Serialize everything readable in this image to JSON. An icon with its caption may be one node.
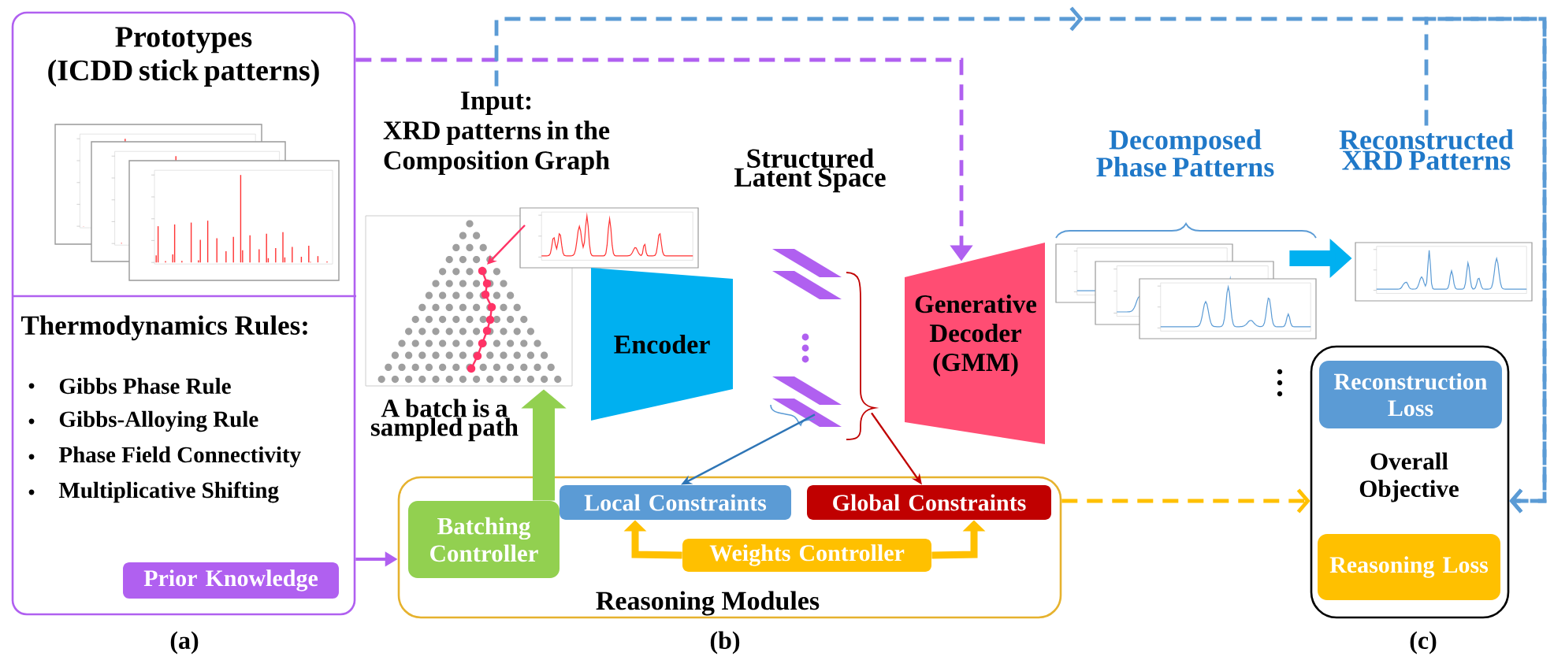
{
  "diagram": {
    "nodes": [
      {
        "text": [],
        "shape": "box"
      },
      {
        "text": [
          "Prototypes (ICDD stick patterns)"
        ],
        "in": 0
      },
      {
        "text": [
          "Thermodynamics Rules:",
          "Gibbs Phase Rule",
          "Gibbs-Alloying Rule",
          "Phase Field Connectivity",
          "Multiplicative Shifting"
        ],
        "in": 0
      },
      {
        "text": [
          "Prior Knowledge"
        ],
        "in": 0
      },
      {
        "text": [
          "Input: XRD patterns in the Composition Graph"
        ],
        "beside": [
          "A batch is a sampled path"
        ]
      },
      {
        "text": [
          "Encoder"
        ]
      },
      {
        "text": [
          "Structured Latent Space"
        ]
      },
      {
        "text": [
          "Generative Decoder (GMM)"
        ]
      },
      {
        "text": [
          "Decomposed Phase Patterns"
        ]
      },
      {
        "text": [
          "Reconstructed XRD Patterns"
        ]
      },
      {
        "text": [
          "Reasoning Modules"
        ]
      },
      {
        "text": [
          "Batching Controller"
        ],
        "in": 10
      },
      {
        "text": [
          "Local Constraints"
        ],
        "in": 10
      },
      {
        "text": [
          "Global Constraints"
        ],
        "in": 10
      },
      {
        "text": [
          "Weights Controller"
        ],
        "in": 10
      },
      {
        "text": [
          "Overall Objective"
        ]
      },
      {
        "text": [
          "Reconstruction Loss"
        ],
        "in": 15
      },
      {
        "text": [
          "Reasoning Loss"
        ],
        "in": 15
      }
    ],
    "edges": [
      {
        "from": 0,
        "to": 7,
        "arrow": "to",
        "style": "dashed",
        "color": "#b060f0"
      },
      {
        "from": 4,
        "to": 15,
        "arrow": "to",
        "style": "dashed",
        "color": "#5b9bd5"
      },
      {
        "from": 9,
        "to": 15,
        "arrow": "to",
        "style": "dashed",
        "color": "#5b9bd5"
      },
      {
        "from": 0,
        "to": 10,
        "arrow": "to",
        "color": "#b060f0"
      },
      {
        "from": 11,
        "to": 4,
        "arrow": "to",
        "style": "thick",
        "color": "#92d050"
      },
      {
        "from": 6,
        "to": 12,
        "arrow": "to",
        "color": "#2e75b6"
      },
      {
        "from": 6,
        "to": 13,
        "arrow": "to",
        "color": "#c00000"
      },
      {
        "from": 14,
        "to": 12,
        "arrow": "to",
        "style": "thick",
        "color": "#ffc000"
      },
      {
        "from": 14,
        "to": 13,
        "arrow": "to",
        "style": "thick",
        "color": "#ffc000"
      },
      {
        "from": 10,
        "to": 15,
        "arrow": "to",
        "style": "dashed",
        "color": "#ffc000"
      },
      {
        "from": 8,
        "to": 9,
        "arrow": "to",
        "style": "thick",
        "color": "#00b0f0"
      }
    ],
    "labels": [
      "(a)",
      "(b)",
      "(c)"
    ]
  }
}
